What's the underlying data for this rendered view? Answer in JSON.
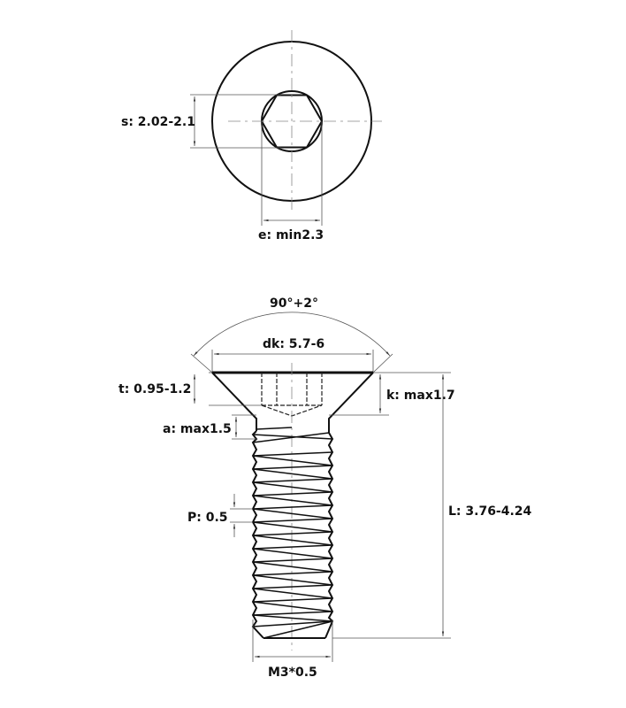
{
  "drawing": {
    "subject": "Countersunk hex socket screw M3",
    "top_view": {
      "s_label": "s: 2.02-2.1",
      "e_label": "e: min2.3"
    },
    "side_view": {
      "angle_label": "90°+2°",
      "dk_label": "dk: 5.7-6",
      "t_label": "t: 0.95-1.2",
      "k_label": "k: max1.7",
      "a_label": "a: max1.5",
      "p_label": "P: 0.5",
      "l_label": "L: 3.76-4.24",
      "thread_label": "M3*0.5"
    },
    "colors": {
      "line": "#111111",
      "dimension": "#555555",
      "background": "#ffffff"
    }
  }
}
